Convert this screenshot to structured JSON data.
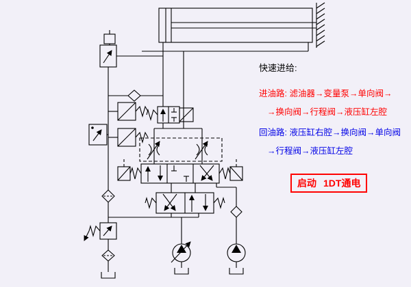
{
  "page": {
    "background": "#f2f0f8",
    "line_color": "#000000"
  },
  "annotations": {
    "heading": "快速进给:",
    "inlet": {
      "color": "#ff0000",
      "line1": "进油路: 滤油器→变量泵→单向阀→",
      "line2": "→换向阀→行程阀→液压缸左腔"
    },
    "return": {
      "color": "#0000e6",
      "line1": "回油路: 液压缸右腔→换向阀→单向阀",
      "line2": "→行程阀→液压缸左腔"
    },
    "status_box": {
      "border_color": "#ff0000",
      "text_color": "#ff0000",
      "label": "启动",
      "state": "1DT通电"
    }
  }
}
